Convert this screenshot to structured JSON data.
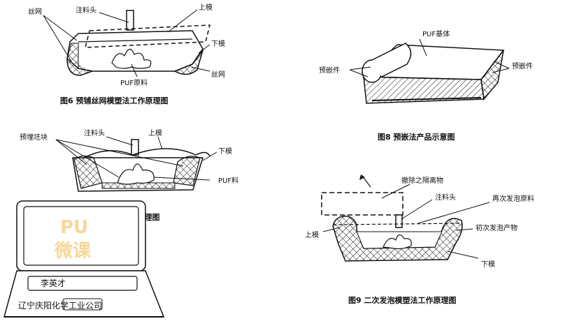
{
  "fig6": {
    "caption": "图6   预铺丝网模塑法工作原理图",
    "label_mesh_left": "丝网",
    "label_nozzle": "注料头",
    "label_upper": "上模",
    "label_lower": "下模",
    "label_mesh_right": "丝网",
    "label_material": "PUF原料"
  },
  "fig8": {
    "caption": "图8   预嵌法产品示意图",
    "label_base": "PUF基体",
    "label_insert_left": "预嵌件",
    "label_insert_right": "预嵌件"
  },
  "fig7": {
    "caption": "图7   预埋法工作原理图",
    "label_blank": "预埋坯块",
    "label_nozzle": "注料头",
    "label_upper": "上模",
    "label_lower": "下模",
    "label_material": "PUF料"
  },
  "fig9": {
    "caption": "图9   二次发泡模塑法工作原理图",
    "label_removed": "撤除之隔离物",
    "label_nozzle": "注料头",
    "label_second": "再次发泡原料",
    "label_upper": "上模",
    "label_first": "初次发泡产物",
    "label_lower": "下模"
  },
  "laptop": {
    "watermark_line1": "PU",
    "watermark_line2": "微课",
    "author": "李英才",
    "company": "辽宁庆阳化学工业公司"
  },
  "colors": {
    "ink": "#111111",
    "watermark": "#f1b84a"
  }
}
